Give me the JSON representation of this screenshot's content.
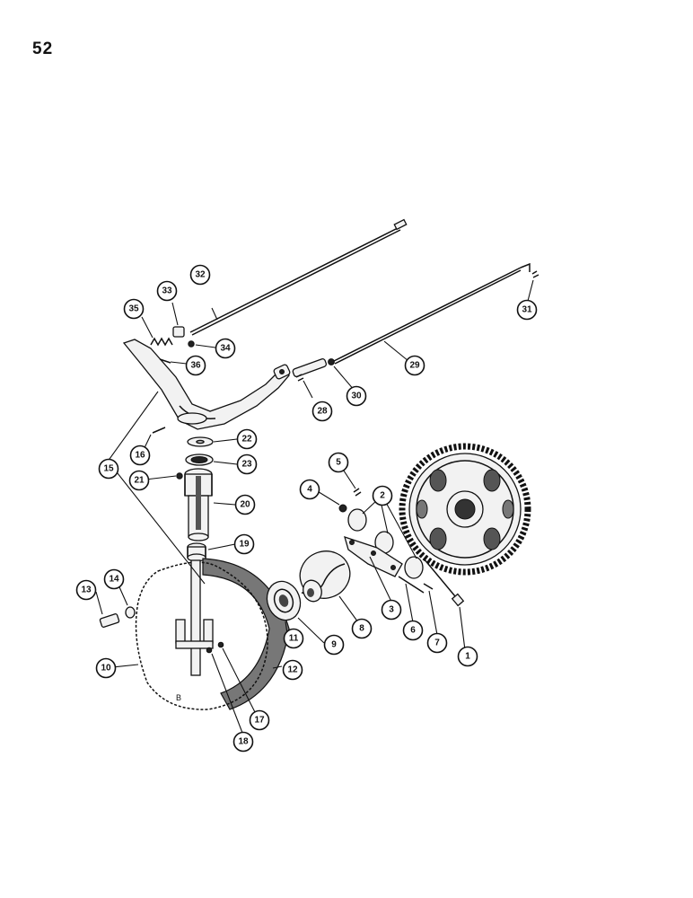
{
  "page_number": "52",
  "callouts": [
    "1",
    "2",
    "3",
    "4",
    "5",
    "6",
    "7",
    "8",
    "9",
    "10",
    "11",
    "12",
    "13",
    "14",
    "15",
    "16",
    "17",
    "18",
    "19",
    "20",
    "21",
    "22",
    "23",
    "28",
    "29",
    "30",
    "31",
    "32",
    "33",
    "34",
    "35",
    "36"
  ],
  "colors": {
    "ink": "#111111",
    "paper": "#ffffff"
  }
}
